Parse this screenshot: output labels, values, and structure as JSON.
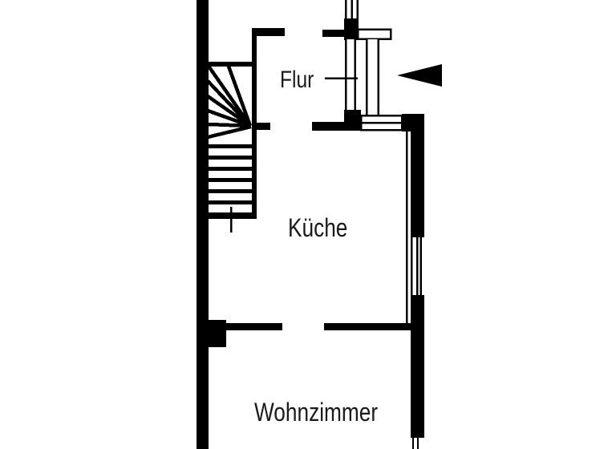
{
  "title": "apartment-floor-plan",
  "colors": {
    "wall": "#000000",
    "background": "#ffffff",
    "text": "#1a1a1a"
  },
  "rooms": {
    "flur": {
      "label": "Flur"
    },
    "kueche": {
      "label": "Küche"
    },
    "wohnzimmer": {
      "label": "Wohnzimmer"
    }
  },
  "features": {
    "staircase": "winder-staircase-with-cut-line",
    "entrance_arrow": "black-triangle-pointing-left-at-entrance-door",
    "entrance_door": "door-with-frame-and-two-steps",
    "windows": [
      "top-wall-window",
      "right-wall-window",
      "bottom-right-wall-window"
    ],
    "door_openings": [
      "flur-to-kueche-opening",
      "kueche-to-wohnzimmer-opening"
    ],
    "leader_line": "from-flur-label-to-entrance-door"
  }
}
